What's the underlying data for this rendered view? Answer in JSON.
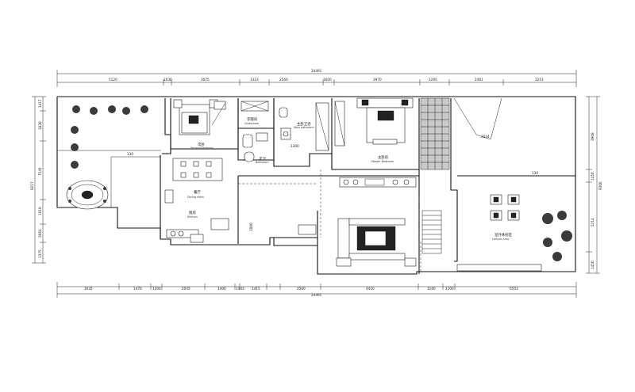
{
  "dimensions": {
    "top_total": "24491",
    "top_segments": [
      "5120",
      "2030",
      "3075",
      "1323",
      "2540",
      "1600",
      "3970",
      "2295",
      "2481",
      "3253"
    ],
    "bottom_total": "24491",
    "bottom_segments": [
      "3035",
      "1470",
      "1200",
      "2035",
      "1400",
      "1143",
      "1415",
      "2560",
      "4410",
      "1160",
      "1200",
      "5553"
    ],
    "left_segments": [
      "1417",
      "1830",
      "7545",
      "1610",
      "2064",
      "1375"
    ],
    "left_total": "9217",
    "right_segments": [
      "3908",
      "1450",
      "5214",
      "1450"
    ],
    "right_total": "9300",
    "inner_labels": [
      "130",
      "1300",
      "130",
      "2044",
      "1000"
    ]
  },
  "rooms": {
    "second_bedroom": {
      "cn": "次卧",
      "en": "Second bedroom"
    },
    "cloakroom": {
      "cn": "衣帽间",
      "en": "Cloakroom"
    },
    "master_bathroom": {
      "cn": "主卧卫浴",
      "en": "Main bathroom"
    },
    "master_bedroom": {
      "cn": "主卧房",
      "en": "Master Bedroom"
    },
    "bathroom": {
      "cn": "次卫",
      "en": "Bathroom"
    },
    "dining": {
      "cn": "餐厅",
      "en": "Dining room"
    },
    "kitchen": {
      "cn": "厨房",
      "en": "Kitchen"
    },
    "leisure": {
      "cn": "室外休闲区",
      "en": "Leisure Area"
    }
  }
}
